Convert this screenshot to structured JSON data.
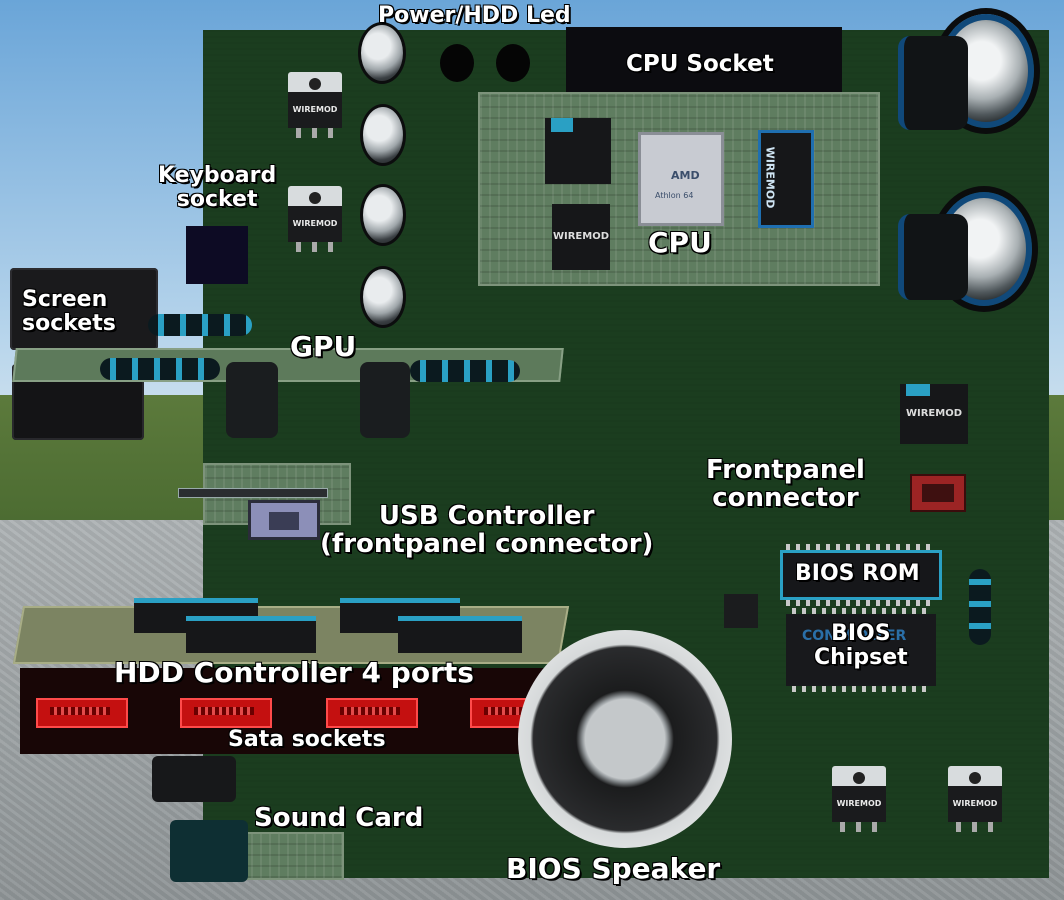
{
  "labels": {
    "power_hdd_led": "Power/HDD Led",
    "cpu_socket": "CPU Socket",
    "keyboard_socket": "Keyboard\nsocket",
    "cpu": "CPU",
    "screen_sockets": "Screen\nsockets",
    "gpu": "GPU",
    "frontpanel_connector": "Frontpanel\nconnector",
    "usb_controller": "USB Controller\n(frontpanel connector)",
    "bios_rom": "BIOS ROM",
    "bios_chipset": "BIOS\nChipset",
    "hdd_controller": "HDD Controller 4 ports",
    "sata_sockets": "Sata sockets",
    "sound_card": "Sound Card",
    "bios_speaker": "BIOS Speaker"
  },
  "chip_text": {
    "wiremod": "WIREMOD",
    "wiremod_vertical": "WIREMOD",
    "amd_cpu": "AMD",
    "amd_sub": "Athlon 64",
    "controller_ghost": "CONTROLLER"
  },
  "colors": {
    "board": "#1b3d1f",
    "accent_blue": "#2aa0c4",
    "sata_red": "#c41010",
    "label_text": "#ffffff"
  }
}
